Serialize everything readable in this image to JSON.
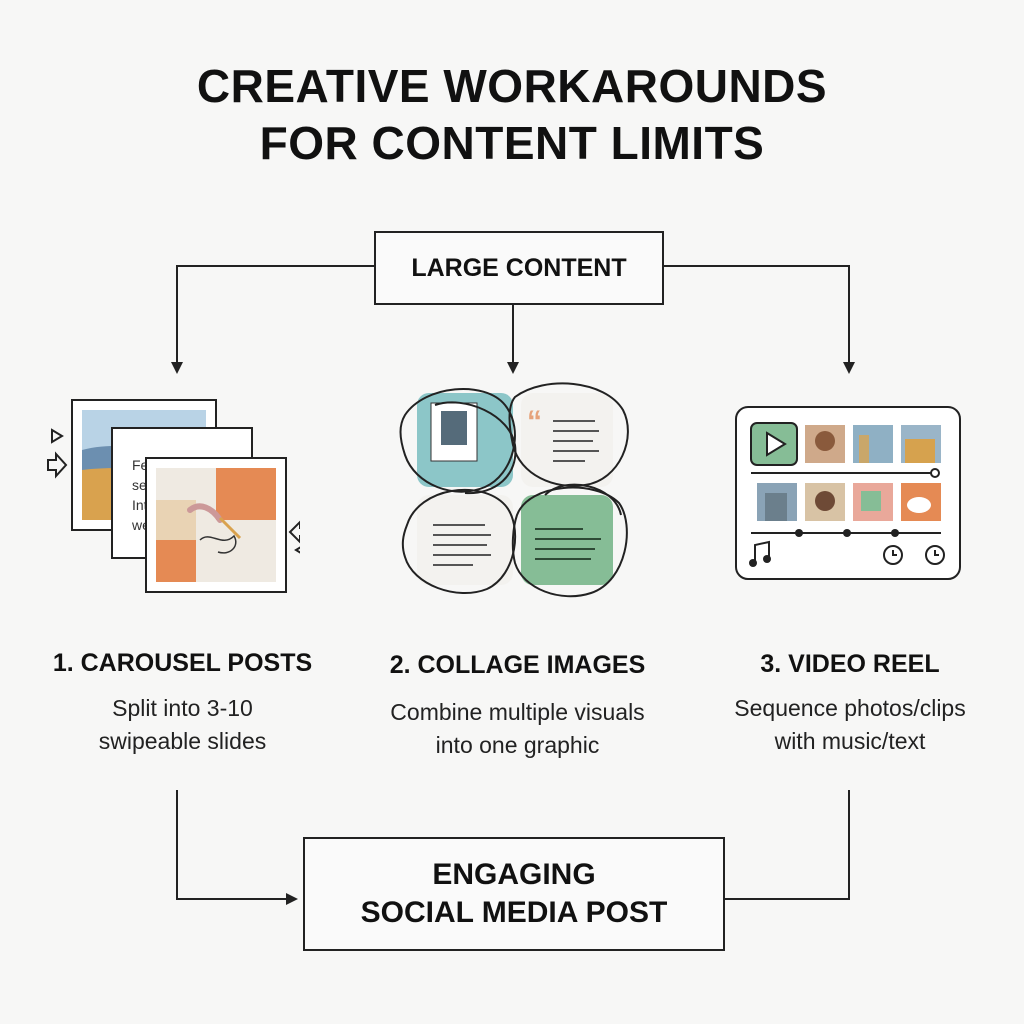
{
  "title": {
    "line1": "CREATIVE WORKAROUNDS",
    "line2": "FOR CONTENT LIMITS"
  },
  "source_node": {
    "label": "LARGE CONTENT"
  },
  "methods": [
    {
      "heading": "1. CAROUSEL POSTS",
      "desc_line1": "Split into 3-10",
      "desc_line2": "swipeable slides",
      "icon": "carousel-slides-icon"
    },
    {
      "heading": "2. COLLAGE IMAGES",
      "desc_line1": "Combine multiple visuals",
      "desc_line2": "into one graphic",
      "icon": "collage-icon"
    },
    {
      "heading": "3. VIDEO REEL",
      "desc_line1": "Sequence photos/clips",
      "desc_line2": "with music/text",
      "icon": "video-timeline-icon"
    }
  ],
  "result_node": {
    "line1": "ENGAGING",
    "line2": "SOCIAL MEDIA POST"
  },
  "colors": {
    "teal": "#8cc6c8",
    "green": "#86bd96",
    "orange": "#e58a54",
    "accent_quote": "#e6a27a",
    "line": "#222222"
  }
}
